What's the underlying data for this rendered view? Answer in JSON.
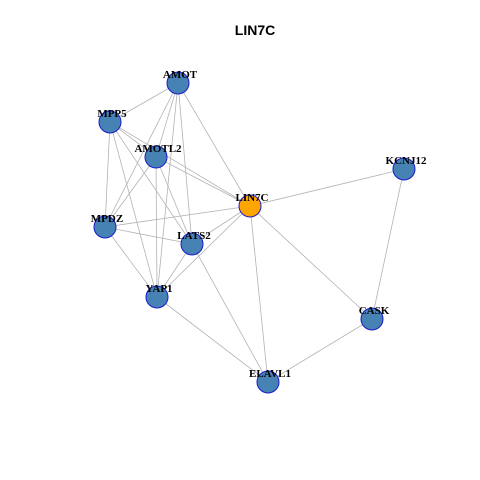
{
  "title": "LIN7C",
  "colors": {
    "edge": "#b3b3b3",
    "node_default": "#4682b4",
    "node_highlight": "#ffa500",
    "node_border": "#1a1acc"
  },
  "nodes": [
    {
      "id": "AMOT",
      "label": "AMOT",
      "highlight": false
    },
    {
      "id": "MPP5",
      "label": "MPP5",
      "highlight": false
    },
    {
      "id": "AMOTL2",
      "label": "AMOTL2",
      "highlight": false
    },
    {
      "id": "KCNJ12",
      "label": "KCNJ12",
      "highlight": false
    },
    {
      "id": "LIN7C",
      "label": "LIN7C",
      "highlight": true
    },
    {
      "id": "MPDZ",
      "label": "MPDZ",
      "highlight": false
    },
    {
      "id": "LATS2",
      "label": "LATS2",
      "highlight": false
    },
    {
      "id": "YAP1",
      "label": "YAP1",
      "highlight": false
    },
    {
      "id": "CASK",
      "label": "CASK",
      "highlight": false
    },
    {
      "id": "ELAVL1",
      "label": "ELAVL1",
      "highlight": false
    }
  ],
  "edges": [
    [
      "AMOT",
      "MPP5"
    ],
    [
      "AMOT",
      "AMOTL2"
    ],
    [
      "AMOT",
      "LIN7C"
    ],
    [
      "AMOT",
      "MPDZ"
    ],
    [
      "AMOT",
      "LATS2"
    ],
    [
      "AMOT",
      "YAP1"
    ],
    [
      "MPP5",
      "AMOTL2"
    ],
    [
      "MPP5",
      "LIN7C"
    ],
    [
      "MPP5",
      "MPDZ"
    ],
    [
      "MPP5",
      "LATS2"
    ],
    [
      "MPP5",
      "YAP1"
    ],
    [
      "AMOTL2",
      "LIN7C"
    ],
    [
      "AMOTL2",
      "MPDZ"
    ],
    [
      "AMOTL2",
      "LATS2"
    ],
    [
      "AMOTL2",
      "YAP1"
    ],
    [
      "KCNJ12",
      "LIN7C"
    ],
    [
      "KCNJ12",
      "CASK"
    ],
    [
      "LIN7C",
      "MPDZ"
    ],
    [
      "LIN7C",
      "LATS2"
    ],
    [
      "LIN7C",
      "YAP1"
    ],
    [
      "LIN7C",
      "CASK"
    ],
    [
      "LIN7C",
      "ELAVL1"
    ],
    [
      "MPDZ",
      "LATS2"
    ],
    [
      "MPDZ",
      "YAP1"
    ],
    [
      "LATS2",
      "YAP1"
    ],
    [
      "LATS2",
      "ELAVL1"
    ],
    [
      "YAP1",
      "ELAVL1"
    ],
    [
      "CASK",
      "ELAVL1"
    ]
  ]
}
